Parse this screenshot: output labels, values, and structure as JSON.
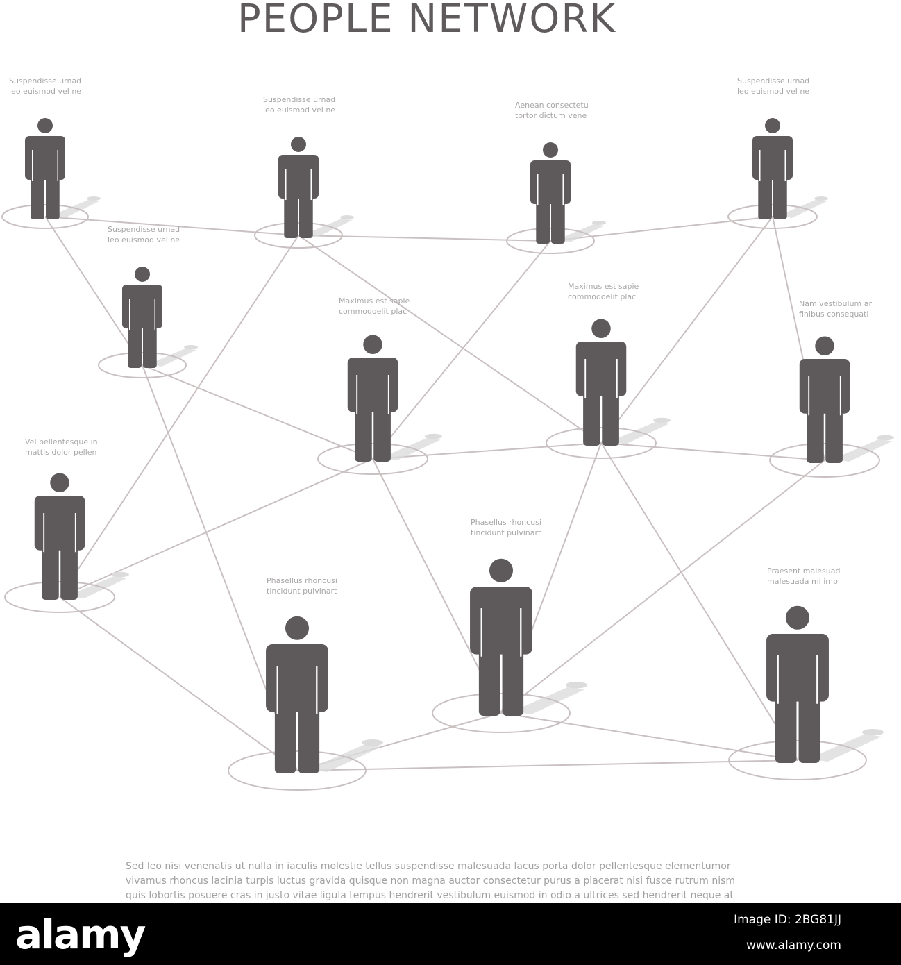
{
  "title": "PEOPLE   NETWORK",
  "colors": {
    "figure": "#5e5a5b",
    "link": "#c9c0c1",
    "ring": "#c9c0c1",
    "shadow": "#dcdcdc",
    "caption": "#a9a6a7",
    "background": "#ffffff"
  },
  "nodes": [
    {
      "id": "n1",
      "caption": [
        "Suspendisse urnad",
        "leo euismod vel ne"
      ]
    },
    {
      "id": "n2",
      "caption": [
        "Suspendisse urnad",
        "leo euismod vel ne"
      ]
    },
    {
      "id": "n3",
      "caption": [
        "Aenean consectetu",
        "tortor dictum vene"
      ]
    },
    {
      "id": "n4",
      "caption": [
        "Suspendisse urnad",
        "leo euismod vel ne"
      ]
    },
    {
      "id": "n5",
      "caption": [
        "Suspendisse urnad",
        "leo euismod vel ne"
      ]
    },
    {
      "id": "n6",
      "caption": [
        "Maximus est sapie",
        "commodoelit  plac"
      ]
    },
    {
      "id": "n7",
      "caption": [
        "Maximus est sapie",
        "commodoelit  plac"
      ]
    },
    {
      "id": "n8",
      "caption": [
        "Nam vestibulum ar",
        "finibus consequati"
      ]
    },
    {
      "id": "n9",
      "caption": [
        "Vel pellentesque in",
        "mattis dolor pellen"
      ]
    },
    {
      "id": "n10",
      "caption": [
        "Phasellus rhoncusi",
        "tincidunt pulvinart"
      ]
    },
    {
      "id": "n11",
      "caption": [
        "Phasellus rhoncusi",
        "tincidunt pulvinart"
      ]
    },
    {
      "id": "n12",
      "caption": [
        "Praesent malesuad",
        "malesuada mi  imp"
      ]
    }
  ],
  "links": [
    [
      "n1",
      "n2"
    ],
    [
      "n2",
      "n3"
    ],
    [
      "n3",
      "n4"
    ],
    [
      "n1",
      "n5"
    ],
    [
      "n2",
      "n7"
    ],
    [
      "n3",
      "n6"
    ],
    [
      "n4",
      "n7"
    ],
    [
      "n4",
      "n8"
    ],
    [
      "n2",
      "n9"
    ],
    [
      "n5",
      "n6"
    ],
    [
      "n5",
      "n10"
    ],
    [
      "n6",
      "n7"
    ],
    [
      "n7",
      "n8"
    ],
    [
      "n6",
      "n9"
    ],
    [
      "n6",
      "n11"
    ],
    [
      "n7",
      "n11"
    ],
    [
      "n7",
      "n12"
    ],
    [
      "n8",
      "n11"
    ],
    [
      "n9",
      "n10"
    ],
    [
      "n10",
      "n11"
    ],
    [
      "n11",
      "n12"
    ],
    [
      "n10",
      "n12"
    ]
  ],
  "body_text": [
    "Sed leo nisi venenatis ut nulla in iaculis molestie tellus suspendisse malesuada lacus porta dolor pellentesque elementumor",
    "vivamus rhoncus lacinia turpis luctus gravida quisque non magna auctor consectetur purus a placerat nisi fusce rutrum nism",
    "quis lobortis posuere cras in justo vitae ligula tempus hendrerit vestibulum euismod in odio a ultrices sed hendrerit neque at"
  ],
  "watermark": {
    "brand": "alamy",
    "image_id": "Image ID: 2BG81JJ",
    "site": "www.alamy.com"
  }
}
